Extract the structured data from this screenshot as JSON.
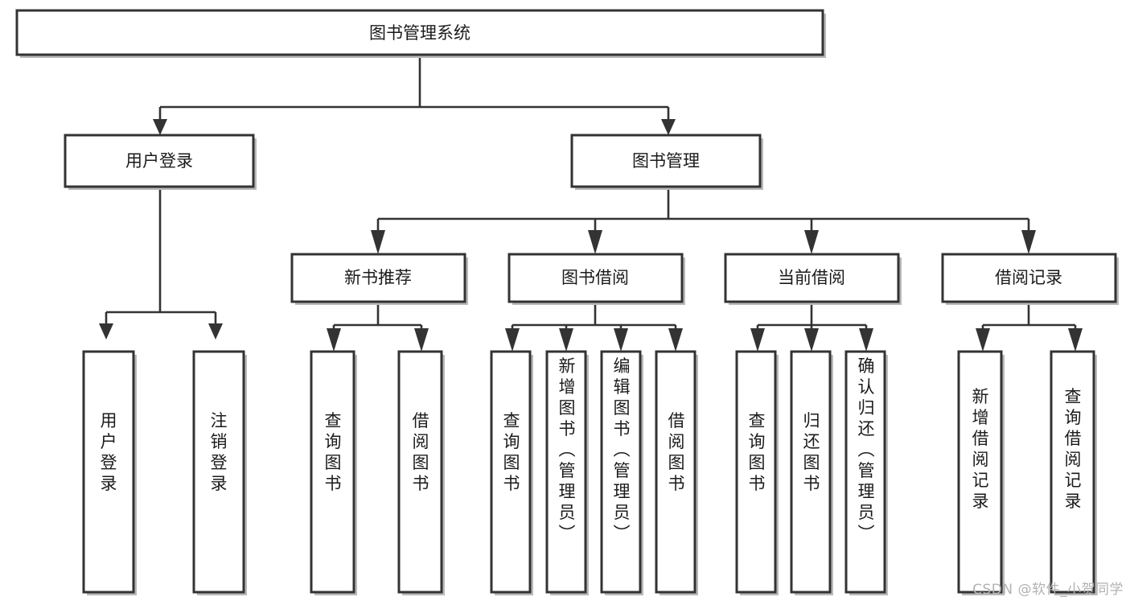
{
  "diagram": {
    "title": "图书管理系统",
    "type": "tree-hierarchy",
    "orientation": "top-down",
    "colors": {
      "box_fill": "#ffffff",
      "box_stroke": "#333333",
      "shadow": "#b9b9b9",
      "text": "#1b1b1b",
      "background": "#ffffff",
      "watermark": "#b2b2b2"
    },
    "root": {
      "id": "root",
      "label": "图书管理系统",
      "orientation": "horizontal"
    },
    "level2": [
      {
        "id": "user-login",
        "label": "用户登录",
        "orientation": "horizontal"
      },
      {
        "id": "book-management",
        "label": "图书管理",
        "orientation": "horizontal"
      }
    ],
    "level3": [
      {
        "id": "new-book-recommend",
        "label": "新书推荐",
        "orientation": "horizontal",
        "parent": "book-management"
      },
      {
        "id": "book-borrow",
        "label": "图书借阅",
        "orientation": "horizontal",
        "parent": "book-management"
      },
      {
        "id": "current-borrow",
        "label": "当前借阅",
        "orientation": "horizontal",
        "parent": "book-management"
      },
      {
        "id": "borrow-record",
        "label": "借阅记录",
        "orientation": "horizontal",
        "parent": "book-management"
      }
    ],
    "leaves": [
      {
        "id": "leaf-user-login",
        "label": "用户登录",
        "orientation": "vertical",
        "parent": "user-login"
      },
      {
        "id": "leaf-user-logout",
        "label": "注销登录",
        "orientation": "vertical",
        "parent": "user-login"
      },
      {
        "id": "leaf-query-book-rec",
        "label": "查询图书",
        "orientation": "vertical",
        "parent": "new-book-recommend"
      },
      {
        "id": "leaf-borrow-book-rec",
        "label": "借阅图书",
        "orientation": "vertical",
        "parent": "new-book-recommend"
      },
      {
        "id": "leaf-query-book-bor",
        "label": "查询图书",
        "orientation": "vertical",
        "parent": "book-borrow"
      },
      {
        "id": "leaf-add-book",
        "label": "新增图书（管理员）",
        "orientation": "vertical",
        "parent": "book-borrow"
      },
      {
        "id": "leaf-edit-book",
        "label": "编辑图书（管理员）",
        "orientation": "vertical",
        "parent": "book-borrow"
      },
      {
        "id": "leaf-borrow-book",
        "label": "借阅图书",
        "orientation": "vertical",
        "parent": "book-borrow"
      },
      {
        "id": "leaf-query-book-cur",
        "label": "查询图书",
        "orientation": "vertical",
        "parent": "current-borrow"
      },
      {
        "id": "leaf-return-book",
        "label": "归还图书",
        "orientation": "vertical",
        "parent": "current-borrow"
      },
      {
        "id": "leaf-confirm-return",
        "label": "确认归还（管理员）",
        "orientation": "vertical",
        "parent": "current-borrow"
      },
      {
        "id": "leaf-add-record",
        "label": "新增借阅记录",
        "orientation": "vertical",
        "parent": "borrow-record"
      },
      {
        "id": "leaf-query-record",
        "label": "查询借阅记录",
        "orientation": "vertical",
        "parent": "borrow-record"
      }
    ]
  },
  "watermark": {
    "text": "CSDN @软件_小贺同学"
  }
}
